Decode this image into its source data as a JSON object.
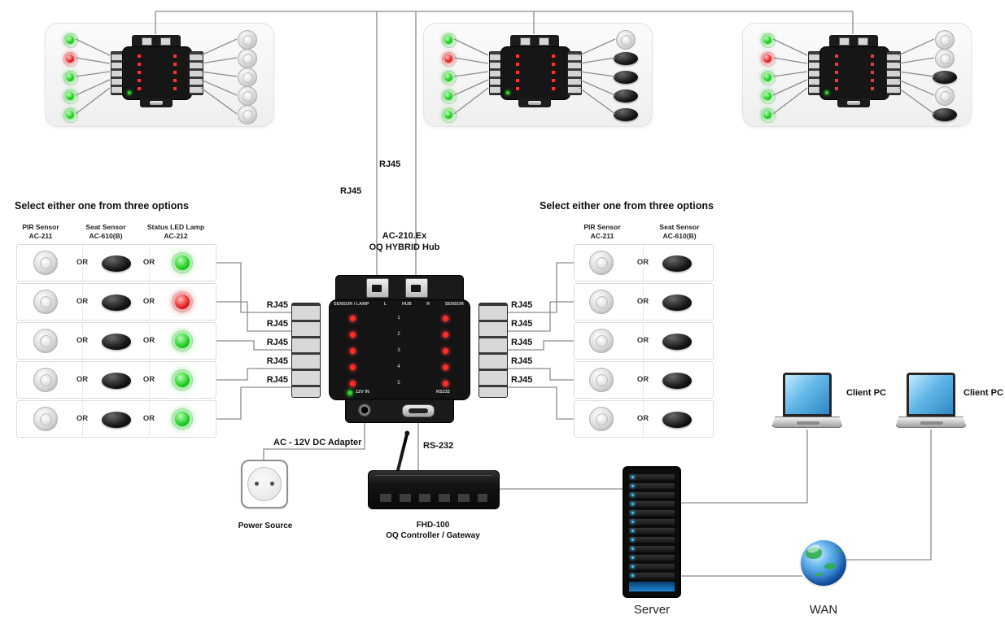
{
  "labels": {
    "or": "OR",
    "rj45": "RJ45",
    "ac_adapter": "AC - 12V DC Adapter",
    "rs232_link": "RS-232",
    "power_source": "Power Source",
    "server": "Server",
    "wan": "WAN",
    "client_pc": "Client PC"
  },
  "hub": {
    "model": "AC-210.Ex",
    "name": "OQ HYBRID Hub",
    "face": {
      "sensor_lamp": "SENSOR / LAMP",
      "l": "L",
      "hub": "HUB",
      "r": "R",
      "sensor": "SENSOR",
      "power_in": "12V IN",
      "rs232": "RS232"
    },
    "channels": [
      "1",
      "2",
      "3",
      "4",
      "5"
    ]
  },
  "gateway": {
    "model": "FHD-100",
    "name": "OQ Controller / Gateway"
  },
  "left_options": {
    "heading": "Select either one from three options",
    "columns": [
      {
        "name": "PIR Sensor",
        "model": "AC-211"
      },
      {
        "name": "Seat Sensor",
        "model": "AC-610(B)"
      },
      {
        "name": "Status LED Lamp",
        "model": "AC-212"
      }
    ],
    "led_states": [
      "green",
      "red",
      "green",
      "green",
      "green"
    ]
  },
  "right_options": {
    "heading": "Select either one from three options",
    "columns": [
      {
        "name": "PIR Sensor",
        "model": "AC-211"
      },
      {
        "name": "Seat Sensor",
        "model": "AC-610(B)"
      }
    ]
  },
  "room_panels": [
    {
      "leds": [
        "green",
        "red",
        "green",
        "green",
        "green"
      ],
      "sensors": [
        "dome",
        "dome",
        "dome",
        "dome",
        "dome"
      ]
    },
    {
      "leds": [
        "green",
        "red",
        "green",
        "green",
        "green"
      ],
      "sensors": [
        "dome",
        "oval",
        "oval",
        "oval",
        "oval"
      ]
    },
    {
      "leds": [
        "green",
        "red",
        "green",
        "green",
        "green"
      ],
      "sensors": [
        "dome",
        "dome",
        "oval",
        "dome",
        "oval"
      ]
    }
  ],
  "colors": {
    "led_green": "#21d020",
    "led_red": "#e9271f",
    "wire": "#8c8c8c",
    "screen_blue": "#3f9fe0"
  }
}
